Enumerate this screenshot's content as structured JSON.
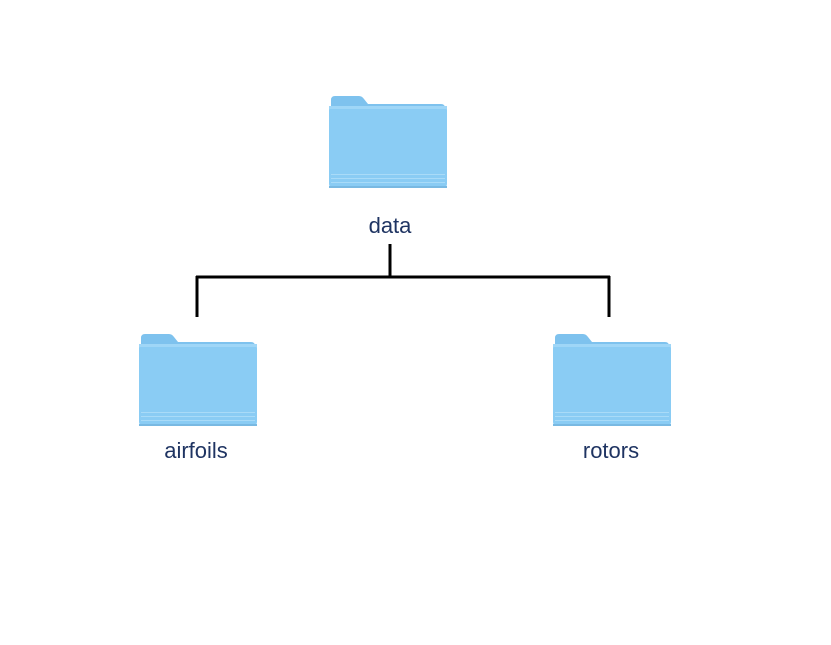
{
  "tree": {
    "root": {
      "label": "data",
      "icon": "folder-icon"
    },
    "children": [
      {
        "label": "airfoils",
        "icon": "folder-icon"
      },
      {
        "label": "rotors",
        "icon": "folder-icon"
      }
    ]
  },
  "colors": {
    "folder_body": "#8ACCF4",
    "folder_tab": "#7EC2EE",
    "folder_stripe": "#A9DBF8",
    "label_text": "#1F3462",
    "connector": "#000000"
  }
}
